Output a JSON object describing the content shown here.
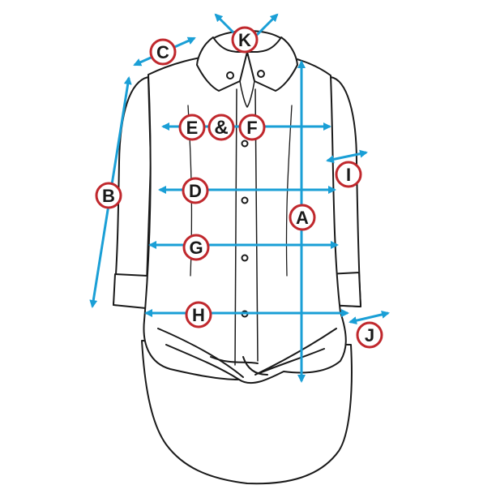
{
  "colors": {
    "arrow": "#1a9fd6",
    "marker_ring": "#c0282d",
    "marker_fill": "#ffffff",
    "outline": "#1a1a1a"
  },
  "garment": "shirt-flat-sketch",
  "measurements": [
    {
      "id": "A",
      "label": "A"
    },
    {
      "id": "B",
      "label": "B"
    },
    {
      "id": "C",
      "label": "C"
    },
    {
      "id": "D",
      "label": "D"
    },
    {
      "id": "E",
      "label": "E"
    },
    {
      "id": "amp",
      "label": "&"
    },
    {
      "id": "F",
      "label": "F"
    },
    {
      "id": "G",
      "label": "G"
    },
    {
      "id": "H",
      "label": "H"
    },
    {
      "id": "I",
      "label": "I"
    },
    {
      "id": "J",
      "label": "J"
    },
    {
      "id": "K",
      "label": "K"
    }
  ]
}
